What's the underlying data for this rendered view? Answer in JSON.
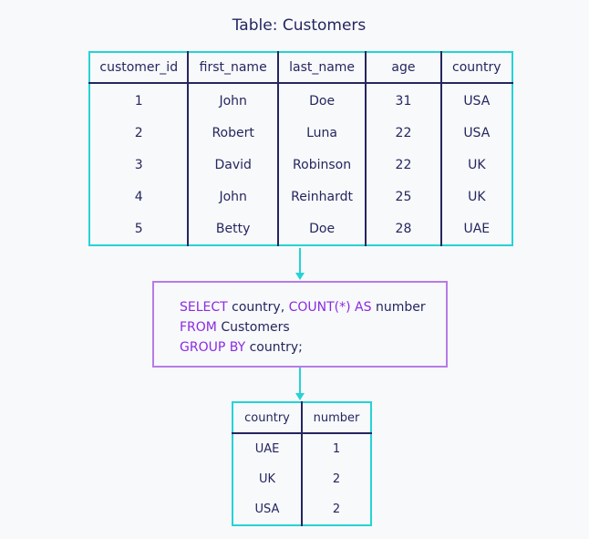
{
  "title": "Table: Customers",
  "customers": {
    "headers": [
      "customer_id",
      "first_name",
      "last_name",
      "age",
      "country"
    ],
    "rows": [
      [
        "1",
        "John",
        "Doe",
        "31",
        "USA"
      ],
      [
        "2",
        "Robert",
        "Luna",
        "22",
        "USA"
      ],
      [
        "3",
        "David",
        "Robinson",
        "22",
        "UK"
      ],
      [
        "4",
        "John",
        "Reinhardt",
        "25",
        "UK"
      ],
      [
        "5",
        "Betty",
        "Doe",
        "28",
        "UAE"
      ]
    ]
  },
  "query": {
    "line1": {
      "kw1": "SELECT",
      "t1": " country, ",
      "kw2": "COUNT(*) AS",
      "t2": " number"
    },
    "line2": {
      "kw": "FROM",
      "t": " Customers"
    },
    "line3": {
      "kw": "GROUP BY",
      "t": " country;"
    }
  },
  "result": {
    "headers": [
      "country",
      "number"
    ],
    "rows": [
      [
        "UAE",
        "1"
      ],
      [
        "UK",
        "2"
      ],
      [
        "USA",
        "2"
      ]
    ]
  },
  "colors": {
    "table_border": "#25d3d6",
    "query_border": "#b77be8",
    "keyword": "#8a2be2",
    "text": "#25265e",
    "background": "#f8f9fb"
  }
}
